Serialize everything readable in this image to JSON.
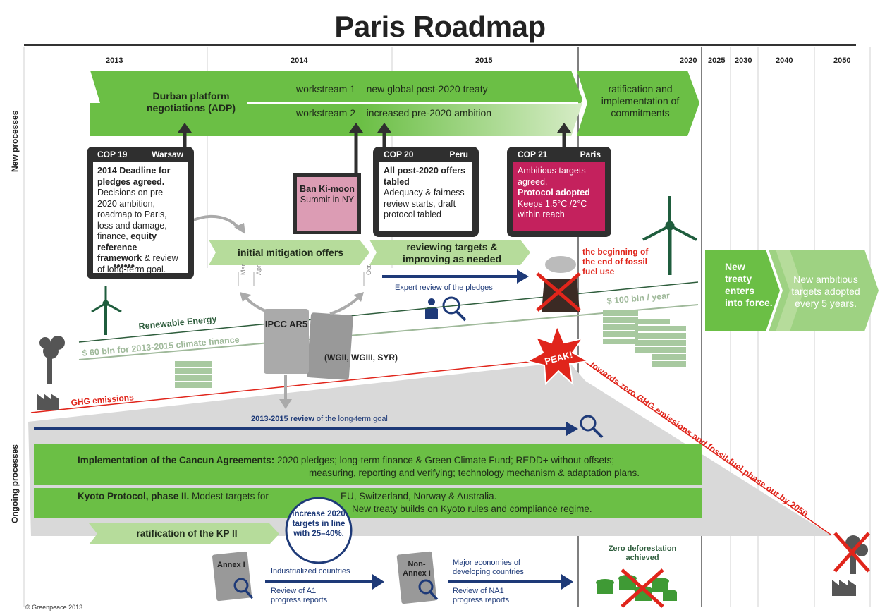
{
  "title": "Paris Roadmap",
  "years": [
    "2013",
    "2014",
    "2015",
    "2020",
    "2025",
    "2030",
    "2040",
    "2050"
  ],
  "side_labels": {
    "new": "New processes",
    "ongoing": "Ongoing processes"
  },
  "adp": {
    "label": "Durban platform negotiations (ADP)",
    "ws1": "workstream 1 – new global post-2020 treaty",
    "ws2": "workstream 2 – increased pre-2020 ambition",
    "ratification": "ratification and implementation of commitments"
  },
  "cop19": {
    "name": "COP 19",
    "city": "Warsaw",
    "bold1": "2014 Deadline for pledges agreed.",
    "text1": "Decisions on pre-2020 ambition, roadmap to Paris, loss and damage, finance,",
    "bold2": "equity reference framework",
    "text2": "& review of long-term goal."
  },
  "bankimoon": {
    "bold": "Ban Ki-moon",
    "text": "Summit in NY"
  },
  "cop20": {
    "name": "COP 20",
    "city": "Peru",
    "bold1": "All post-2020 offers tabled",
    "text1": "Adequacy & fairness review starts, draft protocol tabled"
  },
  "cop21": {
    "name": "COP 21",
    "city": "Paris",
    "text1": "Ambitious targets agreed.",
    "bold1": "Protocol adopted",
    "text2": "Keeps 1.5°C /2°C within reach"
  },
  "arrows": {
    "initial": "initial mitigation offers",
    "reviewing": "reviewing targets & improving as needed",
    "expert": "Expert review of the pledges",
    "new_treaty": "New treaty enters into force.",
    "new_targets": "New ambitious targets adopted every 5 years."
  },
  "months": [
    "Mar",
    "Apr",
    "Oct"
  ],
  "fossil": "the beginning of the end of fossil fuel use",
  "renewable": "Renewable Energy",
  "finance60": "$ 60 bln for 2013-2015 climate finance",
  "finance100": "$ 100 bln / year",
  "ipcc": {
    "label": "IPCC AR5",
    "reports": "(WGII, WGIII, SYR)"
  },
  "peak": "PEAK!",
  "towards_zero": "towards zero GHG emissions and fossil-fuel phase out by 2050",
  "ghg": "GHG emissions",
  "review": {
    "bold": "2013-2015 review",
    "text": "of the long-term goal"
  },
  "cancun": {
    "bold": "Implementation of the Cancun Agreements:",
    "line1": "2020 pledges; long-term finance & Green Climate Fund; REDD+ without offsets;",
    "line2": "measuring, reporting and verifying; technology mechanism & adaptation plans."
  },
  "kyoto": {
    "bold": "Kyoto Protocol, phase II.",
    "text1": "Modest targets for",
    "text2": "EU, Switzerland, Norway & Australia.",
    "line2": "New treaty builds on Kyoto rules and compliance regime."
  },
  "increase": "Increase 2020 targets in line with 25–40%.",
  "kp2": "ratification of the KP II",
  "annex1": {
    "label": "Annex I",
    "top": "Industrialized countries",
    "bottom": "Review of A1 progress reports"
  },
  "nonannex": {
    "label": "Non-Annex I",
    "top": "Major economies of developing countries",
    "bottom": "Review of NA1 progress reports"
  },
  "deforestation": "Zero deforestation achieved",
  "copyright": "© Greenpeace 2013",
  "colors": {
    "green": "#6bbf45",
    "light_green": "#b6dc9b",
    "dark": "#2f2f2f",
    "navy": "#1e3a78",
    "red": "#e0251b",
    "magenta": "#c4215d",
    "gray": "#d9d9d9"
  }
}
